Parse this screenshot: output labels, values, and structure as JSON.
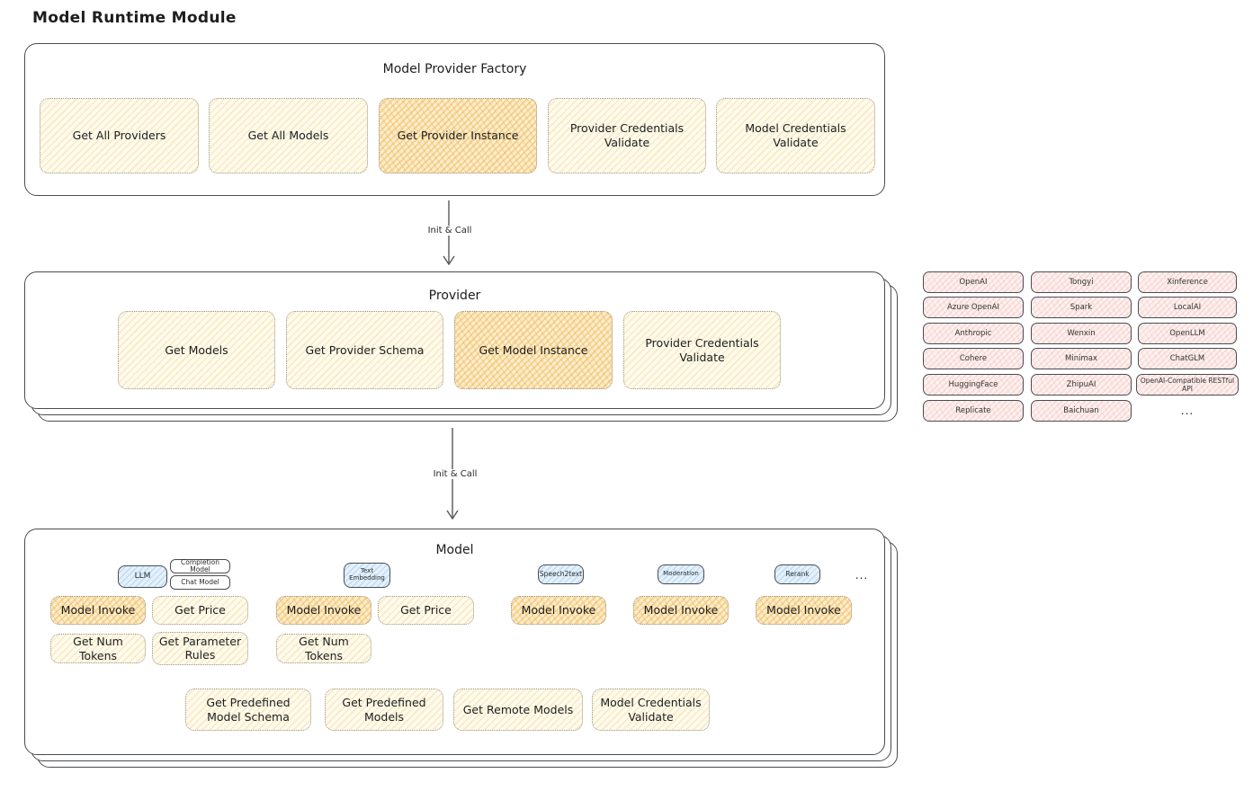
{
  "page_title": "Model Runtime Module",
  "connector_label": "Init & Call",
  "factory": {
    "title": "Model Provider Factory",
    "buttons": [
      {
        "label": "Get All Providers"
      },
      {
        "label": "Get All Models"
      },
      {
        "label": "Get Provider Instance"
      },
      {
        "label": "Provider Credentials Validate"
      },
      {
        "label": "Model Credentials Validate"
      }
    ]
  },
  "provider": {
    "title": "Provider",
    "buttons": [
      {
        "label": "Get Models"
      },
      {
        "label": "Get Provider Schema"
      },
      {
        "label": "Get Model Instance"
      },
      {
        "label": "Provider Credentials Validate"
      }
    ]
  },
  "providers_list": {
    "column1": [
      "OpenAI",
      "Azure OpenAI",
      "Anthropic",
      "Cohere",
      "HuggingFace",
      "Replicate"
    ],
    "column2": [
      "Tongyi",
      "Spark",
      "Wenxin",
      "Minimax",
      "ZhipuAI",
      "Baichuan"
    ],
    "column3": [
      "Xinference",
      "LocalAI",
      "OpenLLM",
      "ChatGLM",
      "OpenAI-Compatible RESTful API"
    ],
    "more": "..."
  },
  "model": {
    "title": "Model",
    "types": {
      "llm": "LLM",
      "llm_subtypes": [
        "Completion Model",
        "Chat Model"
      ],
      "text_embedding": "Text Embedding",
      "speech2text": "Speech2text",
      "moderation": "Moderation",
      "rerank": "Rerank",
      "more": "..."
    },
    "llm_functions": [
      "Model Invoke",
      "Get Price",
      "Get Num Tokens",
      "Get Parameter Rules"
    ],
    "text_embedding_functions": [
      "Model Invoke",
      "Get Price",
      "Get Num Tokens"
    ],
    "speech2text_functions": [
      "Model Invoke"
    ],
    "moderation_functions": [
      "Model Invoke"
    ],
    "rerank_functions": [
      "Model Invoke"
    ],
    "shared_functions": [
      "Get Predefined Model Schema",
      "Get Predefined Models",
      "Get Remote Models",
      "Model Credentials Validate"
    ],
    "colors": {
      "highlight_orange": "#f2c478",
      "light_yellow": "#fefaed",
      "provider_pink": "#fdf1f0",
      "type_blue": "#e4f1fc"
    }
  }
}
